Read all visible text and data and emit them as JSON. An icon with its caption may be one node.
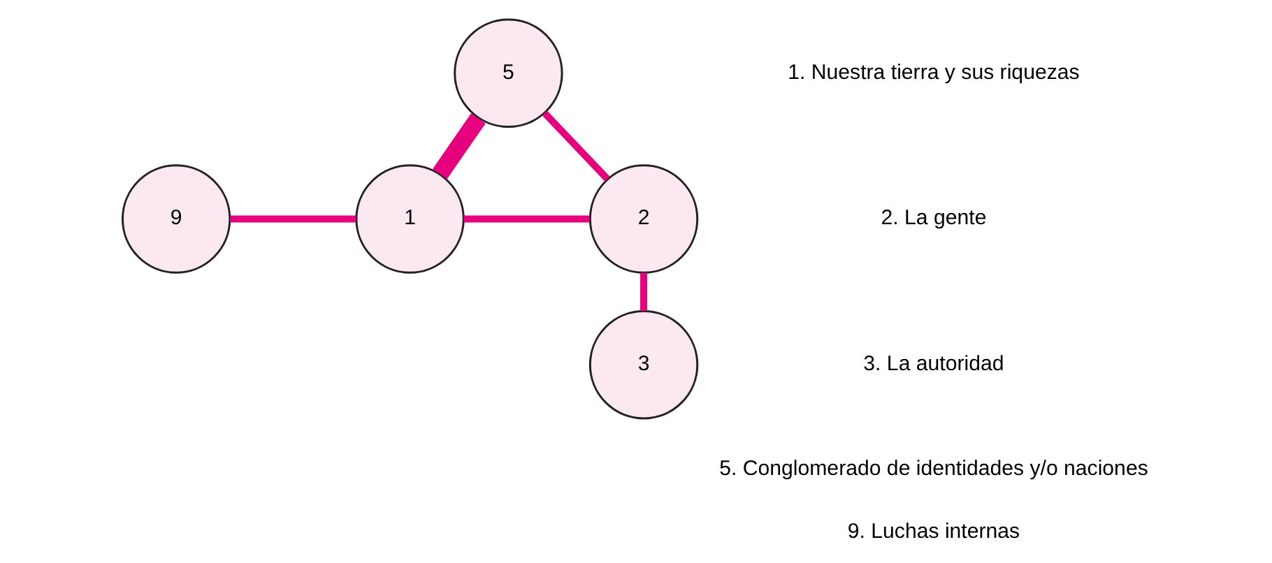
{
  "diagram": {
    "nodes": [
      {
        "text": [
          "5"
        ]
      },
      {
        "text": [
          "9"
        ]
      },
      {
        "text": [
          "1"
        ]
      },
      {
        "text": [
          "2"
        ]
      },
      {
        "text": [
          "3"
        ]
      }
    ],
    "edges": [
      {
        "from": 0,
        "to": 2,
        "arrow": "none",
        "style": "thick"
      },
      {
        "from": 0,
        "to": 3,
        "arrow": "none"
      },
      {
        "from": 1,
        "to": 2,
        "arrow": "none"
      },
      {
        "from": 2,
        "to": 3,
        "arrow": "none"
      },
      {
        "from": 3,
        "to": 4,
        "arrow": "none"
      }
    ],
    "labels": [
      "1. Nuestra tierra y sus riquezas",
      "2. La gente",
      "3. La autoridad",
      "5. Conglomerado de identidades y/o naciones",
      "9. Luchas internas"
    ]
  }
}
